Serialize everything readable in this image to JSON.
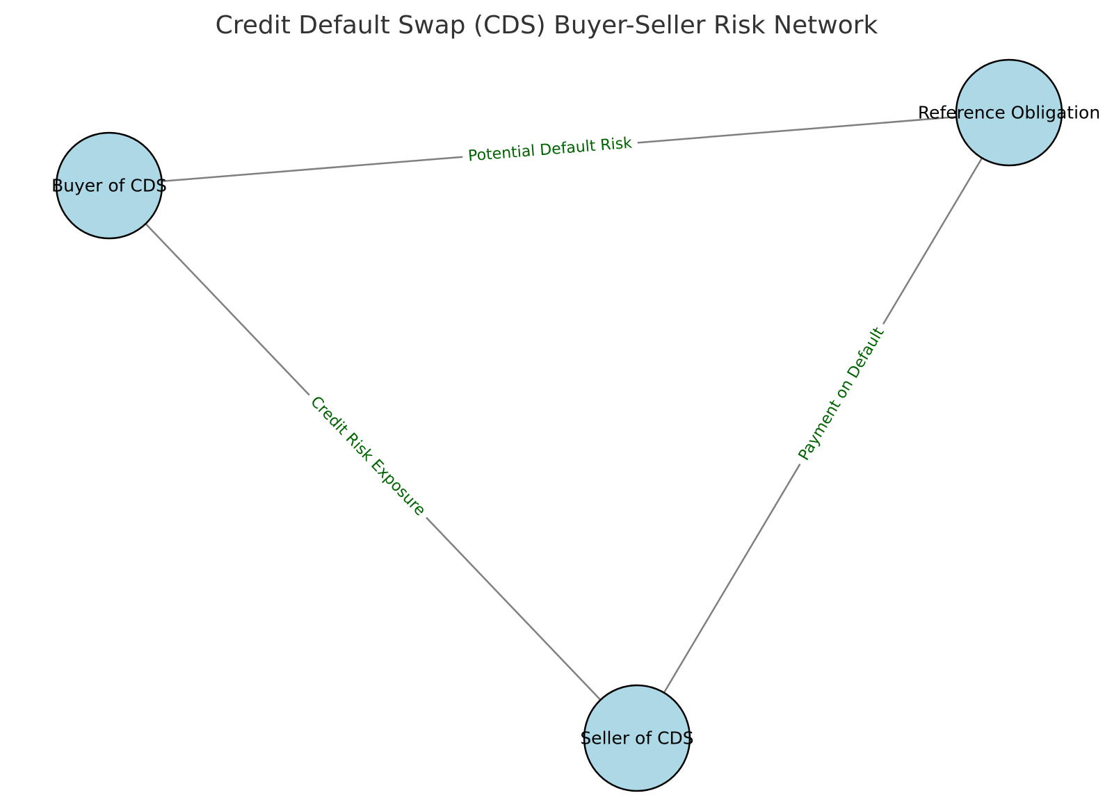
{
  "title": "Credit Default Swap (CDS) Buyer-Seller Risk Network",
  "colors": {
    "node_fill": "#ADD8E6",
    "node_stroke": "#000000",
    "edge": "#808080",
    "edge_label": "#006400",
    "title": "#333333"
  },
  "nodes": [
    {
      "id": "buyer",
      "label": "Buyer of CDS"
    },
    {
      "id": "reference",
      "label": "Reference Obligation"
    },
    {
      "id": "seller",
      "label": "Seller of CDS"
    }
  ],
  "edges": [
    {
      "source": "buyer",
      "target": "reference",
      "label": "Potential Default Risk"
    },
    {
      "source": "buyer",
      "target": "seller",
      "label": "Credit Risk Exposure"
    },
    {
      "source": "reference",
      "target": "seller",
      "label": "Payment on Default"
    }
  ]
}
